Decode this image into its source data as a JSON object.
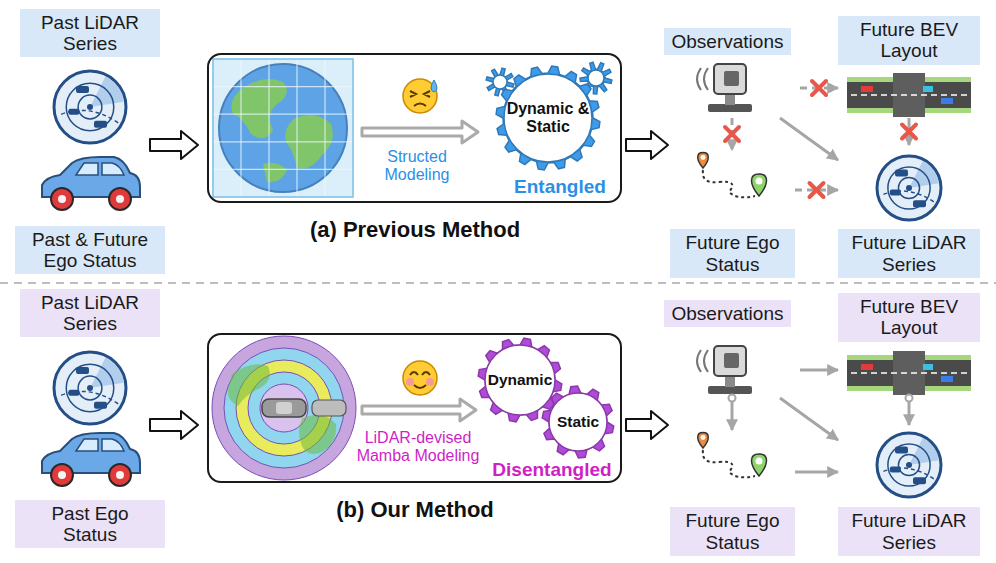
{
  "diagram": {
    "nodes": [
      {
        "text": [
          "Past LiDAR Series"
        ]
      },
      {
        "text": [
          "Past & Future Ego Status"
        ]
      },
      {
        "text": [
          "Structed Modeling",
          "Entangled"
        ]
      },
      {
        "text": [
          "Dynamic & Static"
        ],
        "in": 2
      },
      {
        "text": [
          "Observations"
        ]
      },
      {
        "text": [
          "Future BEV Layout"
        ]
      },
      {
        "text": [
          "Future Ego Status"
        ]
      },
      {
        "text": [
          "Future LiDAR Series"
        ]
      },
      {
        "text": [
          "Past LiDAR Series"
        ]
      },
      {
        "text": [
          "Past Ego Status"
        ]
      },
      {
        "text": [
          "LiDAR-devised Mamba Modeling",
          "Disentangled"
        ]
      },
      {
        "text": [
          "Dynamic"
        ],
        "in": 10
      },
      {
        "text": [
          "Static"
        ],
        "in": 10
      },
      {
        "text": [
          "Observations"
        ]
      },
      {
        "text": [
          "Future BEV Layout"
        ]
      },
      {
        "text": [
          "Future Ego Status"
        ]
      },
      {
        "text": [
          "Future LiDAR Series"
        ]
      }
    ],
    "edges": [
      {
        "from": 4,
        "to": 5,
        "arrow": "to"
      },
      {
        "from": 4,
        "to": 6,
        "arrow": "to"
      },
      {
        "from": 4,
        "to": 7,
        "arrow": "to"
      },
      {
        "from": 6,
        "to": 7,
        "arrow": "to"
      },
      {
        "from": 5,
        "to": 7,
        "arrow": "to"
      },
      {
        "from": 13,
        "to": 14,
        "arrow": "to"
      },
      {
        "from": 13,
        "to": 15,
        "arrow": "to"
      },
      {
        "from": 13,
        "to": 16,
        "arrow": "to"
      },
      {
        "from": 15,
        "to": 16,
        "arrow": "to"
      },
      {
        "from": 14,
        "to": 16,
        "arrow": "to"
      }
    ],
    "labels": [
      "(a) Previous Method",
      "(b) Our Method"
    ]
  }
}
